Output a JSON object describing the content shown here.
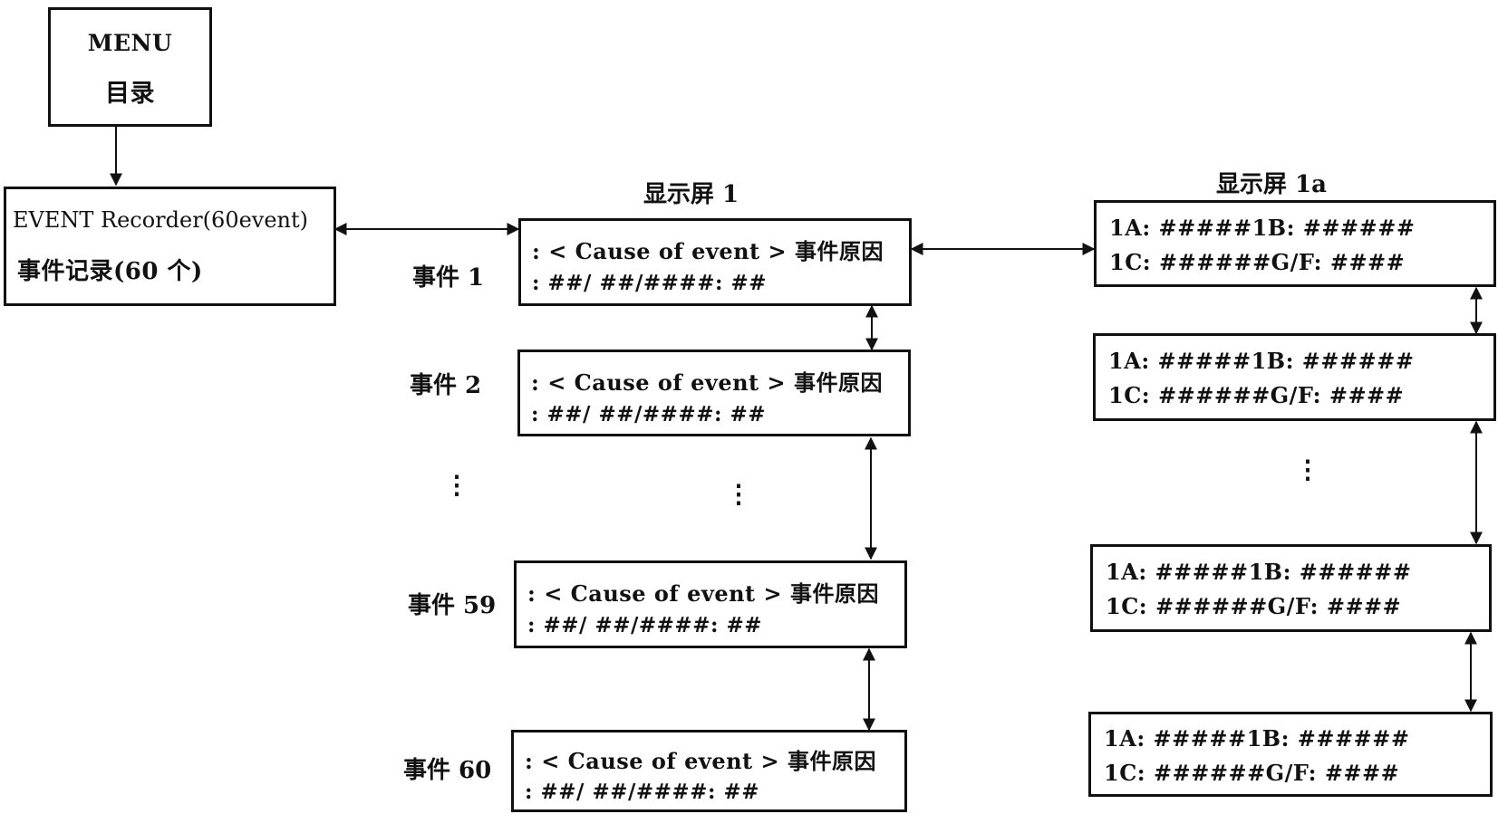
{
  "menu": {
    "line1": "MENU",
    "line2": "目录"
  },
  "recorder": {
    "line1": "EVENT Recorder(60event)",
    "line2": "事件记录(60 个)"
  },
  "screen1_title": "显示屏 1",
  "screen1a_title": "显示屏 1a",
  "events": [
    {
      "label": "事件 1",
      "cause": ": < Cause of event > 事件原因",
      "stamp": ": ##/ ##/####: ##"
    },
    {
      "label": "事件 2",
      "cause": ": < Cause of event > 事件原因",
      "stamp": ": ##/ ##/####: ##"
    },
    {
      "label": "事件 59",
      "cause": ": < Cause of event > 事件原因",
      "stamp": ": ##/ ##/####: ##"
    },
    {
      "label": "事件 60",
      "cause": ": < Cause of event > 事件原因",
      "stamp": ": ##/ ##/####: ##"
    }
  ],
  "details": [
    {
      "line1": "1A: #####1B: ######",
      "line2": "1C: ######G/F: ####"
    },
    {
      "line1": "1A: #####1B: ######",
      "line2": "1C: ######G/F: ####"
    },
    {
      "line1": "1A: #####1B: ######",
      "line2": "1C: ######G/F: ####"
    },
    {
      "line1": "1A: #####1B: ######",
      "line2": "1C: ######G/F: ####"
    }
  ],
  "ellipsis": "⋮"
}
